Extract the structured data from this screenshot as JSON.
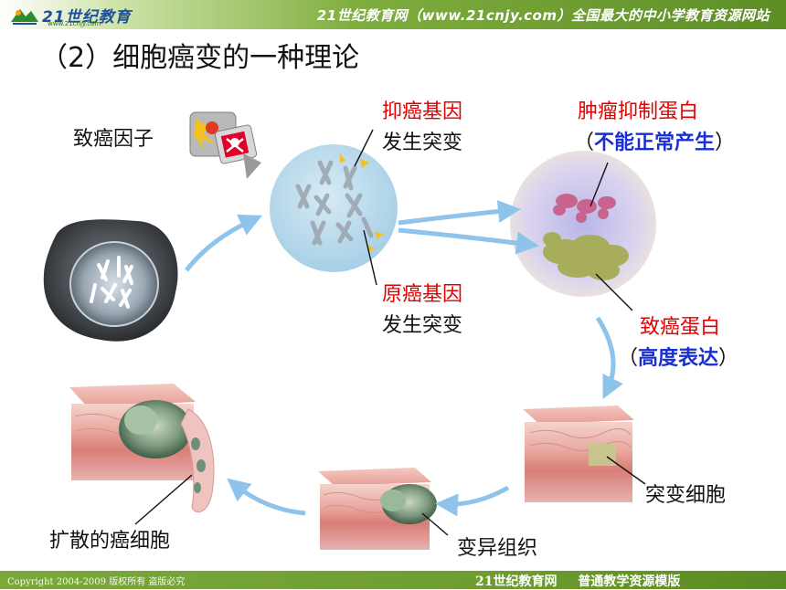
{
  "header": {
    "logo_text": "21世纪教育",
    "logo_sub": "www.21cnjy.com",
    "slogan": "21世纪教育网（www.21cnjy.com）全国最大的中小学教育资源网站"
  },
  "title": "（2）细胞癌变的一种理论",
  "labels": {
    "carcinogen": "致癌因子",
    "suppressor_gene": "抑癌基因",
    "suppressor_mutation": "发生突变",
    "oncogene": "原癌基因",
    "oncogene_mutation": "发生突变",
    "suppressor_protein": "肿瘤抑制蛋白",
    "suppressor_protein_note": "不能正常产生",
    "onco_protein": "致癌蛋白",
    "onco_protein_note": "高度表达",
    "open_paren": "（",
    "close_paren": "）",
    "mutant_cell": "突变细胞",
    "variant_tissue": "变异组织",
    "spread_cells": "扩散的癌细胞"
  },
  "footer": {
    "copyright": "Copyright 2004-2009 版权所有 盗版必究",
    "site": "21世纪教育网",
    "template": "普通教学资源模版"
  },
  "colors": {
    "accent_red": "#e20000",
    "accent_blue": "#1a2fd0",
    "header_green": "#6f9e30",
    "arrow_blue": "#8ec3ec"
  }
}
